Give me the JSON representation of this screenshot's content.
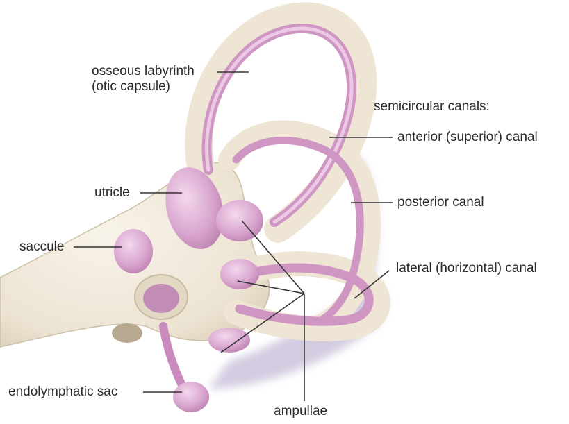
{
  "labels": {
    "osseous_labyrinth": "osseous labyrinth",
    "otic_capsule": "(otic capsule)",
    "semicircular_canals": "semicircular canals:",
    "anterior_canal": "anterior (superior) canal",
    "posterior_canal": "posterior canal",
    "lateral_canal": "lateral (horizontal) canal",
    "utricle": "utricle",
    "saccule": "saccule",
    "endolymphatic_sac": "endolymphatic sac",
    "ampullae": "ampullae"
  },
  "colors": {
    "bone": "#efe7d8",
    "bone_shadow": "#d9cdb8",
    "membranous": "#d9a6cf",
    "membranous_dark": "#b879aa",
    "shadow": "#b3a6c9"
  }
}
